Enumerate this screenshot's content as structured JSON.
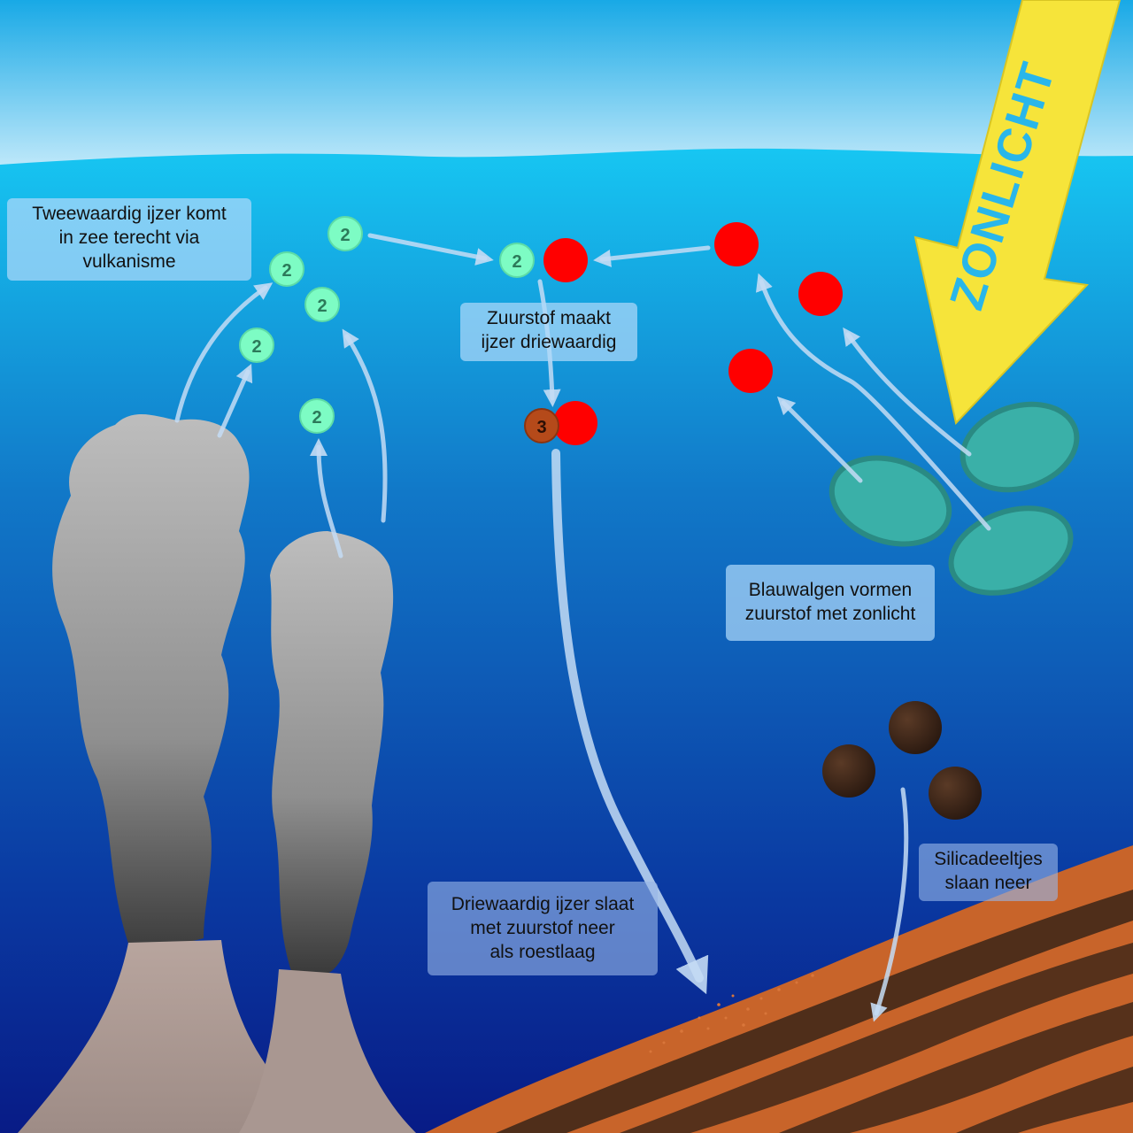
{
  "labels": {
    "volcanism": "Tweewaardig ijzer komt\nin zee terecht via\nvulkanisme",
    "oxidation": "Zuurstof maakt\nijzer driewaardig",
    "cyanobacteria": "Blauwalgen vormen\nzuurstof met zonlicht",
    "silica": "Silicadeeltjes\nslaan neer",
    "rust_layer": "Driewaardig ijzer slaat\nmet zuurstof neer\nals roestlaag"
  },
  "sunlight": {
    "text": "ZONLICHT"
  },
  "iron": {
    "ferrous": "2",
    "ferric": "3"
  },
  "colors": {
    "sky_top": "#18a9e6",
    "sky_bottom": "#c9ecfb",
    "water_top": "#17c6f2",
    "water_bottom": "#081b86",
    "ferrous_ion": "#7dfcc4",
    "oxygen": "#ff0000",
    "ferric_ion": "#b54a1a",
    "sunlight_arrow": "#f6e43a",
    "sunlight_text": "#29b6ea",
    "algae": "#3ab0a8",
    "silica": "#3a2418",
    "rust": "#c8642a",
    "volcano": "#b3a39c",
    "smoke": "#a9a9a9"
  }
}
